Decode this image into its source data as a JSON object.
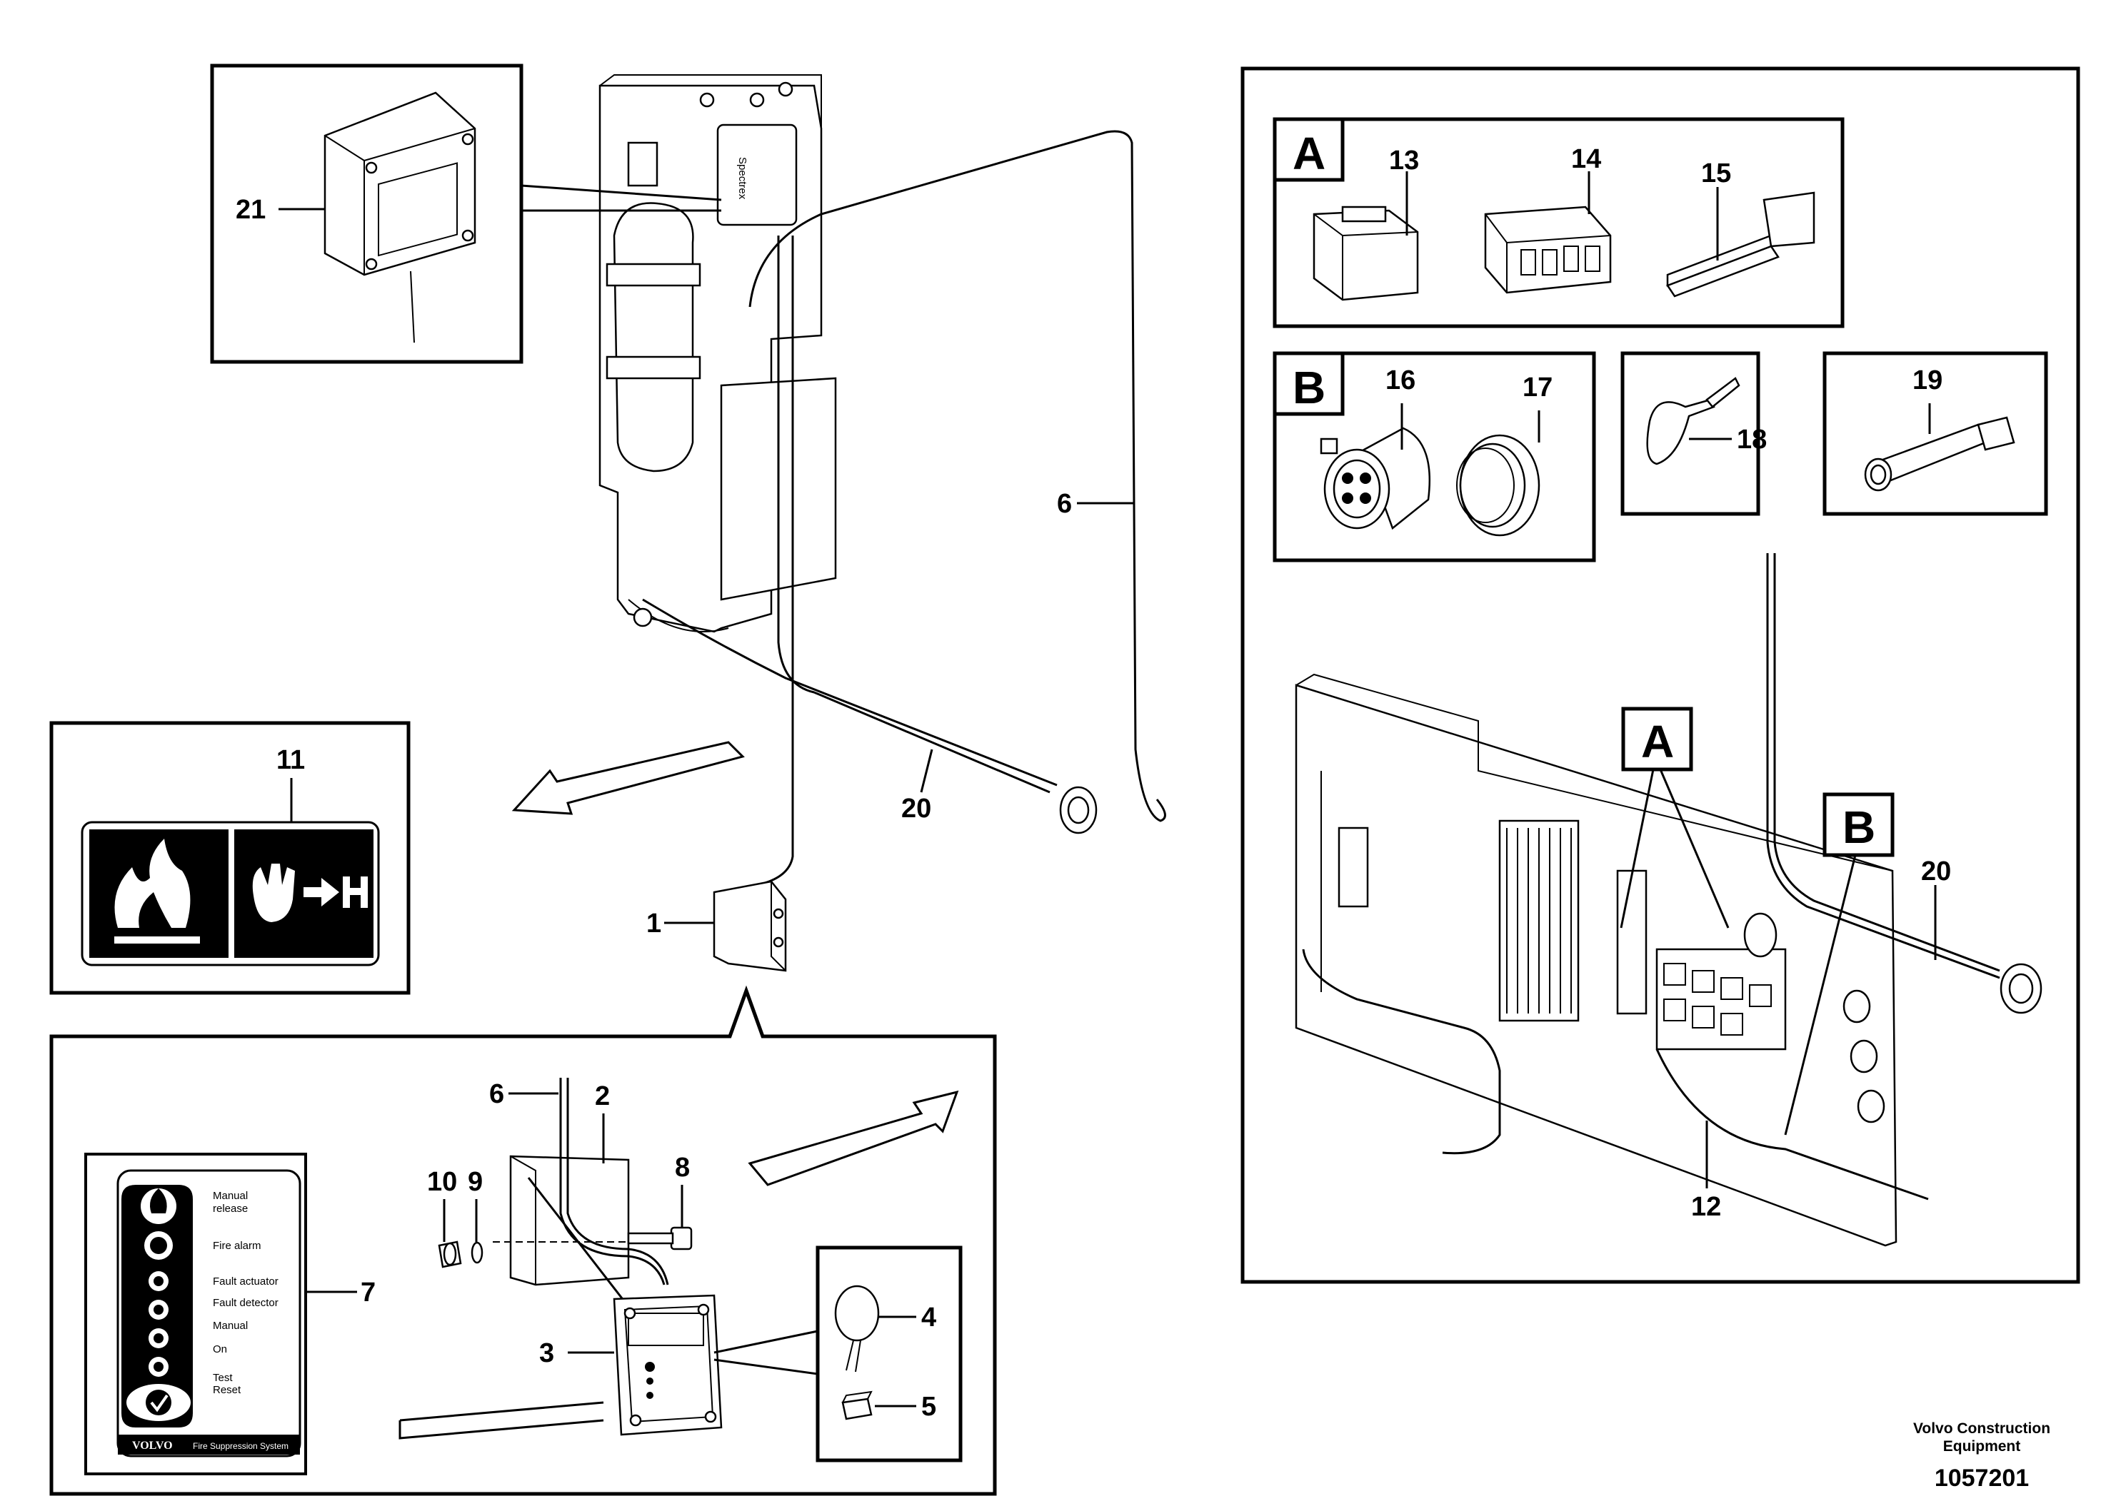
{
  "callouts": {
    "c1": "1",
    "c2": "2",
    "c3": "3",
    "c4": "4",
    "c5": "5",
    "c6a": "6",
    "c6b": "6",
    "c7": "7",
    "c8": "8",
    "c9": "9",
    "c10": "10",
    "c11": "11",
    "c12": "12",
    "c13": "13",
    "c14": "14",
    "c15": "15",
    "c16": "16",
    "c17": "17",
    "c18": "18",
    "c19": "19",
    "c20a": "20",
    "c20b": "20",
    "c21": "21"
  },
  "detail_letters": {
    "boxA": "A",
    "boxB": "B",
    "markerA": "A",
    "markerB": "B"
  },
  "panel_labels": {
    "manual_release": "Manual",
    "manual_release2": "release",
    "fire_alarm": "Fire alarm",
    "fault_actuator": "Fault actuator",
    "fault_detector": "Fault detector",
    "manual": "Manual",
    "on": "On",
    "test": "Test",
    "reset": "Reset",
    "brand": "VOLVO",
    "system": "Fire Suppression System"
  },
  "footer": {
    "company_line1": "Volvo Construction",
    "company_line2": "Equipment",
    "doc_number": "1057201"
  },
  "colors": {
    "ink": "#000000",
    "paper": "#ffffff"
  },
  "icons": [
    "flame-icon",
    "hand-push-icon",
    "arrow-icon",
    "checkmark-icon"
  ]
}
